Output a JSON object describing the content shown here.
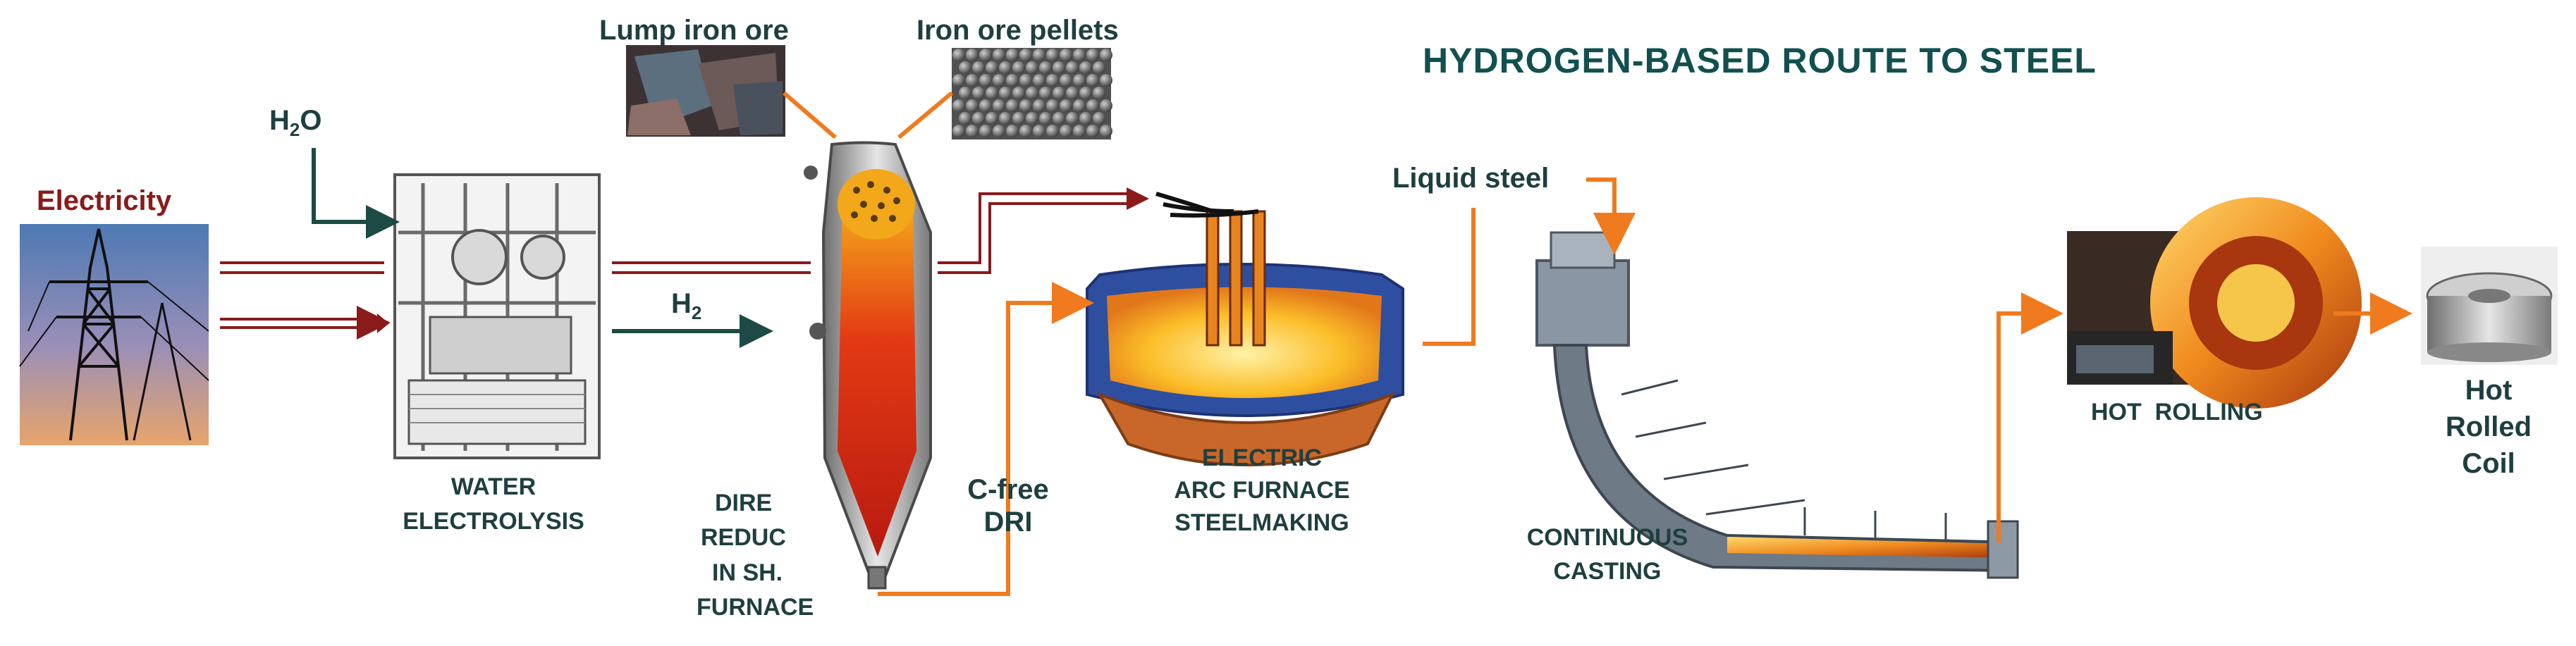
{
  "title": "HYDROGEN-BASED ROUTE TO STEEL",
  "labels": {
    "electricity": "Electricity",
    "h2o_main": "H",
    "h2o_sub": "2",
    "h2o_tail": "O",
    "h2_main": "H",
    "h2_sub": "2",
    "lump_ore": "Lump iron ore",
    "pellets": "Iron ore pellets",
    "liquid_steel": "Liquid steel",
    "cfree": "C-free",
    "dri": "DRI",
    "water_electrolysis": [
      "WATER",
      "ELECTROLYSIS"
    ],
    "direct_reduction": [
      "DIRE",
      "REDUC",
      "IN SH.",
      "FURNACE"
    ],
    "eaf": [
      "ELECTRIC",
      "ARC FURNACE",
      "STEELMAKING"
    ],
    "continuous_casting": [
      "CONTINUOUS",
      "CASTING"
    ],
    "hot_rolling": "HOT  ROLLING",
    "hot_rolled_coil": [
      "Hot",
      "Rolled",
      "Coil"
    ]
  },
  "colors": {
    "accent_orange": "#f07a1e",
    "arrow_dark": "#1c4a44",
    "electric_red": "#8b1a1a",
    "title_teal": "#125050"
  }
}
